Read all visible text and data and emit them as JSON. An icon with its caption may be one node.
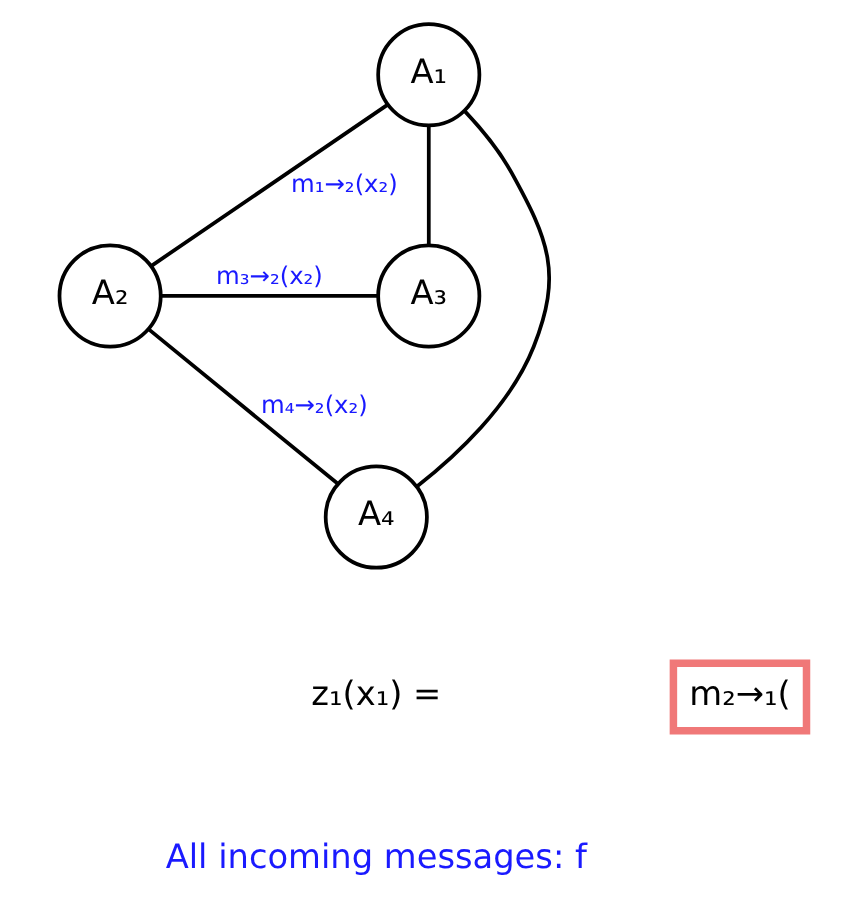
{
  "diagram": {
    "nodes": [
      {
        "text": [
          "A₁"
        ]
      },
      {
        "text": [
          "A₂"
        ]
      },
      {
        "text": [
          "A₃"
        ]
      },
      {
        "text": [
          "A₄"
        ]
      },
      {
        "text": [
          "m₂→₁("
        ]
      }
    ],
    "edges": [
      {
        "from": 0,
        "to": 1,
        "arrow": "none",
        "label": "m₁→₂(x₂)"
      },
      {
        "from": 0,
        "to": 2,
        "arrow": "none"
      },
      {
        "from": 1,
        "to": 2,
        "arrow": "none",
        "label": "m₃→₂(x₂)"
      },
      {
        "from": 1,
        "to": 3,
        "arrow": "none",
        "label": "m₄→₂(x₂)"
      },
      {
        "from": 0,
        "to": 3,
        "arrow": "none"
      }
    ],
    "labels": [
      "z₁(x₁) =",
      "All incoming messages: f"
    ]
  }
}
